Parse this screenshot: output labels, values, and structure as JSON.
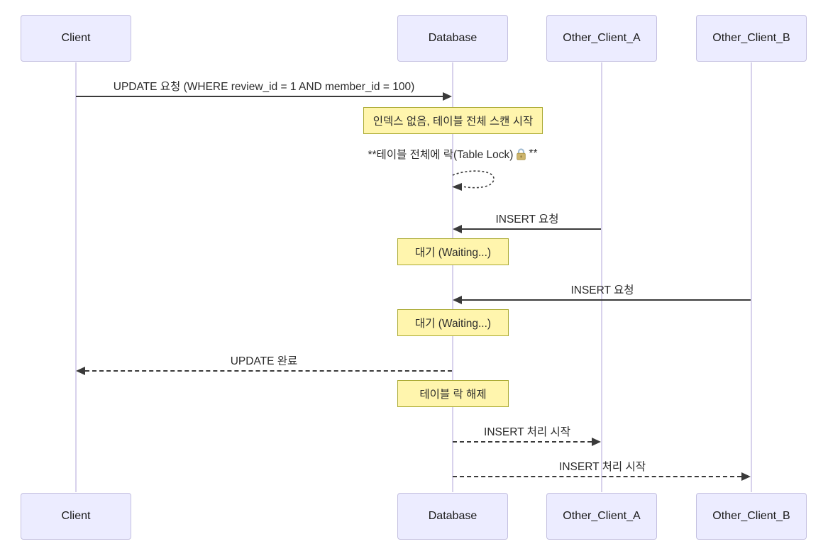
{
  "diagram": {
    "type": "sequence-diagram",
    "actors": [
      {
        "name": "Client"
      },
      {
        "name": "Database"
      },
      {
        "name": "Other_Client_A"
      },
      {
        "name": "Other_Client_B"
      }
    ],
    "messages": [
      {
        "from": "Client",
        "to": "Database",
        "label": "UPDATE 요청 (WHERE review_id = 1 AND member_id = 100)",
        "style": "solid"
      },
      {
        "from": "Other_Client_A",
        "to": "Database",
        "label": "INSERT 요청",
        "style": "solid"
      },
      {
        "from": "Other_Client_B",
        "to": "Database",
        "label": "INSERT 요청",
        "style": "solid"
      },
      {
        "from": "Database",
        "to": "Client",
        "label": "UPDATE 완료",
        "style": "dashed"
      },
      {
        "from": "Database",
        "to": "Other_Client_A",
        "label": "INSERT 처리 시작",
        "style": "dashed"
      },
      {
        "from": "Database",
        "to": "Other_Client_B",
        "label": "INSERT 처리 시작",
        "style": "dashed"
      }
    ],
    "self_message": {
      "actor": "Database",
      "prefix": "**테이블 전체에 락(Table Lock)",
      "icon": "lock-emoji",
      "suffix": "**"
    },
    "notes": [
      {
        "over": "Database",
        "label": "인덱스 없음, 테이블 전체 스캔 시작"
      },
      {
        "over": "Database",
        "label": "대기 (Waiting...)"
      },
      {
        "over": "Database",
        "label": "대기 (Waiting...)"
      },
      {
        "over": "Database",
        "label": "테이블 락 해제"
      }
    ],
    "colors": {
      "actor_fill": "#ECECFF",
      "actor_border": "#C4C0E0",
      "lifeline": "#D8D2EC",
      "note_fill": "#FFF5AD",
      "note_border": "#AAAA33",
      "line": "#3a3a3a",
      "text": "#2b2b2b",
      "background": "#ffffff"
    }
  }
}
